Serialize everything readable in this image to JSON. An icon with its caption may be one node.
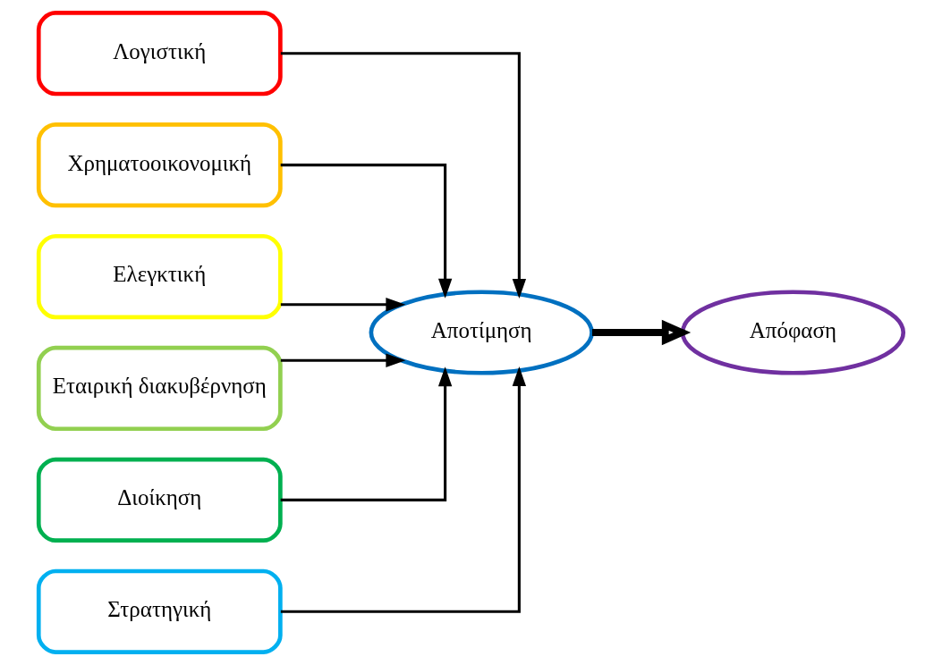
{
  "diagram": {
    "nodes": [
      {
        "text": [
          "Λογιστική"
        ]
      },
      {
        "text": [
          "Χρηματοοικονομική"
        ]
      },
      {
        "text": [
          "Ελεγκτική"
        ]
      },
      {
        "text": [
          "Εταιρική διακυβέρνηση"
        ]
      },
      {
        "text": [
          "Διοίκηση"
        ]
      },
      {
        "text": [
          "Στρατηγική"
        ]
      },
      {
        "text": [
          "Αποτίμηση"
        ]
      },
      {
        "text": [
          "Απόφαση"
        ]
      }
    ],
    "edges": [
      {
        "from": 0,
        "to": 6,
        "arrow": "to"
      },
      {
        "from": 1,
        "to": 6,
        "arrow": "to"
      },
      {
        "from": 2,
        "to": 6,
        "arrow": "to"
      },
      {
        "from": 3,
        "to": 6,
        "arrow": "to"
      },
      {
        "from": 4,
        "to": 6,
        "arrow": "to"
      },
      {
        "from": 5,
        "to": 6,
        "arrow": "to"
      },
      {
        "from": 6,
        "to": 7,
        "arrow": "to",
        "style": "thick"
      }
    ]
  }
}
